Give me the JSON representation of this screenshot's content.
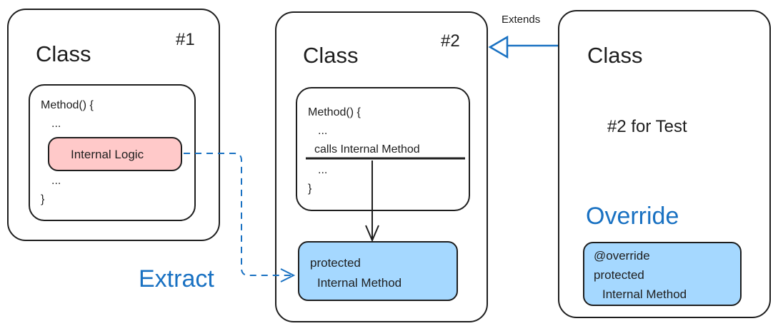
{
  "colors": {
    "internal_logic_fill": "#ffc9c9",
    "method_fill": "#a5d8ff",
    "accent_blue": "#1971c2",
    "stroke": "#1e1e1e"
  },
  "box1": {
    "title": "Class",
    "number": "#1",
    "method_lines": [
      "Method() {",
      "...",
      "...",
      "}"
    ],
    "internal_logic": "Internal Logic"
  },
  "box2": {
    "title": "Class",
    "number": "#2",
    "method_lines": [
      "Method() {",
      "...",
      "calls Internal Method",
      "...",
      "}"
    ],
    "extracted": [
      "protected",
      "Internal Method"
    ]
  },
  "box3": {
    "title": "Class",
    "subtitle": "#2 for Test",
    "override_label": "Override",
    "override_method": [
      "@override",
      "protected",
      "Internal Method"
    ]
  },
  "labels": {
    "extends": "Extends",
    "extract": "Extract"
  },
  "icons": [
    "dashed-arrow-icon",
    "solid-arrow-icon",
    "inheritance-arrow-icon"
  ]
}
